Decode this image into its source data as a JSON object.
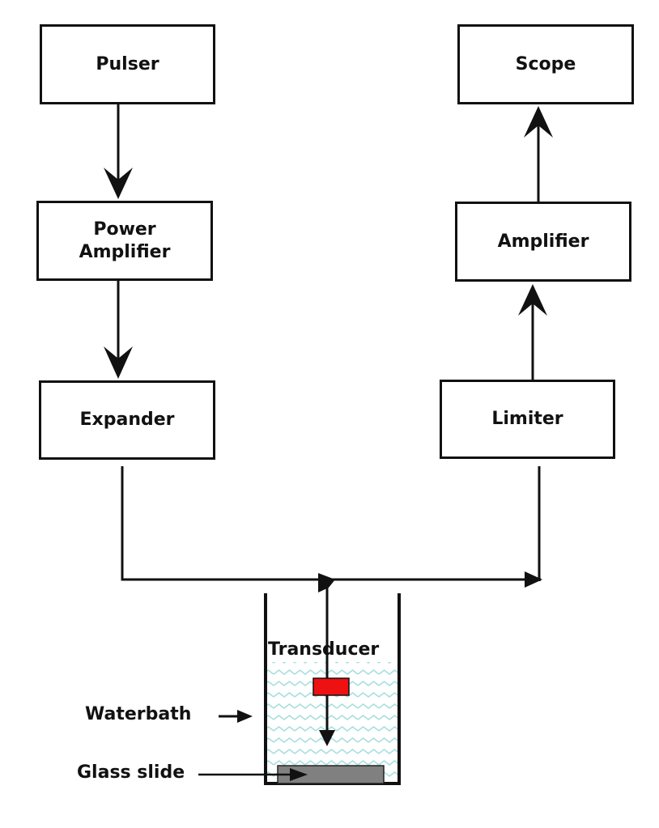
{
  "diagram": {
    "blocks": {
      "pulser": "Pulser",
      "power_amplifier_line1": "Power",
      "power_amplifier_line2": "Amplifier",
      "expander": "Expander",
      "scope": "Scope",
      "amplifier": "Amplifier",
      "limiter": "Limiter"
    },
    "labels": {
      "transducer": "Transducer",
      "waterbath": "Waterbath",
      "glass_slide": "Glass slide"
    },
    "colors": {
      "line": "#111111",
      "transducer": "#ee1111",
      "water_wave": "#a8dede",
      "glass_slide": "#808080"
    },
    "connections": [
      {
        "from": "Pulser",
        "to": "Power Amplifier"
      },
      {
        "from": "Power Amplifier",
        "to": "Expander"
      },
      {
        "from": "Expander",
        "to": "Transducer"
      },
      {
        "from": "Transducer",
        "to": "Limiter"
      },
      {
        "from": "Limiter",
        "to": "Amplifier"
      },
      {
        "from": "Amplifier",
        "to": "Scope"
      }
    ]
  }
}
